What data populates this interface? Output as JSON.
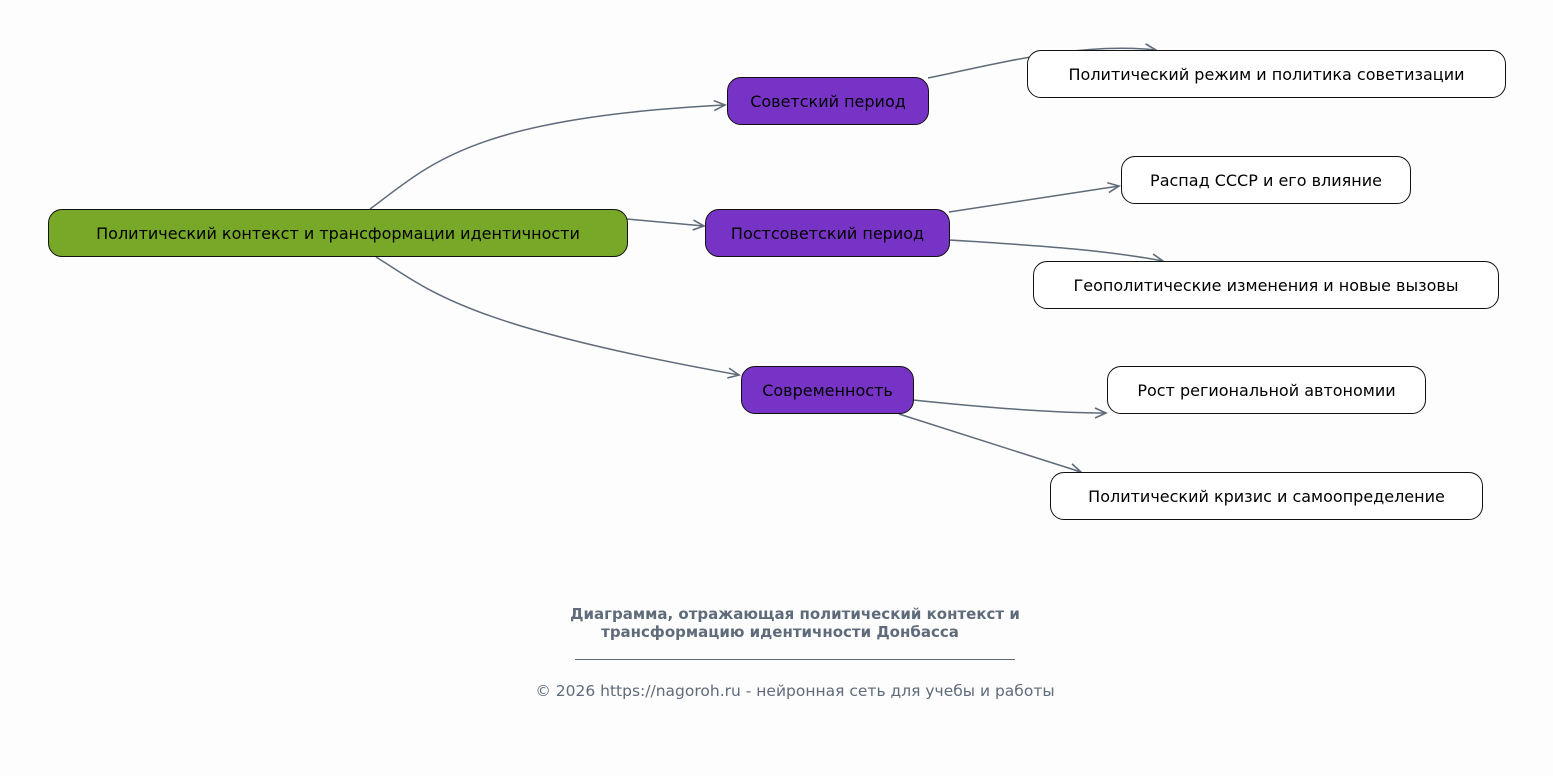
{
  "diagram": {
    "root": "Политический контекст и трансформации идентичности",
    "periods": [
      "Советский период",
      "Постсоветский период",
      "Современность"
    ],
    "leaves": [
      "Политический режим и политика советизации",
      "Распад СССР и его влияние",
      "Геополитические изменения и новые вызовы",
      "Рост региональной автономии",
      "Политический кризис и самоопределение"
    ]
  },
  "caption": {
    "title_line1": "Диаграмма, отражающая политический контекст и",
    "title_line2": "трансформацию идентичности Донбасса",
    "copyright": "© 2026 https://nagoroh.ru - нейронная сеть для учебы и работы"
  },
  "colors": {
    "root": "#77a828",
    "period": "#7733c6",
    "leaf": "#ffffff",
    "edge": "#5f6b7a"
  }
}
